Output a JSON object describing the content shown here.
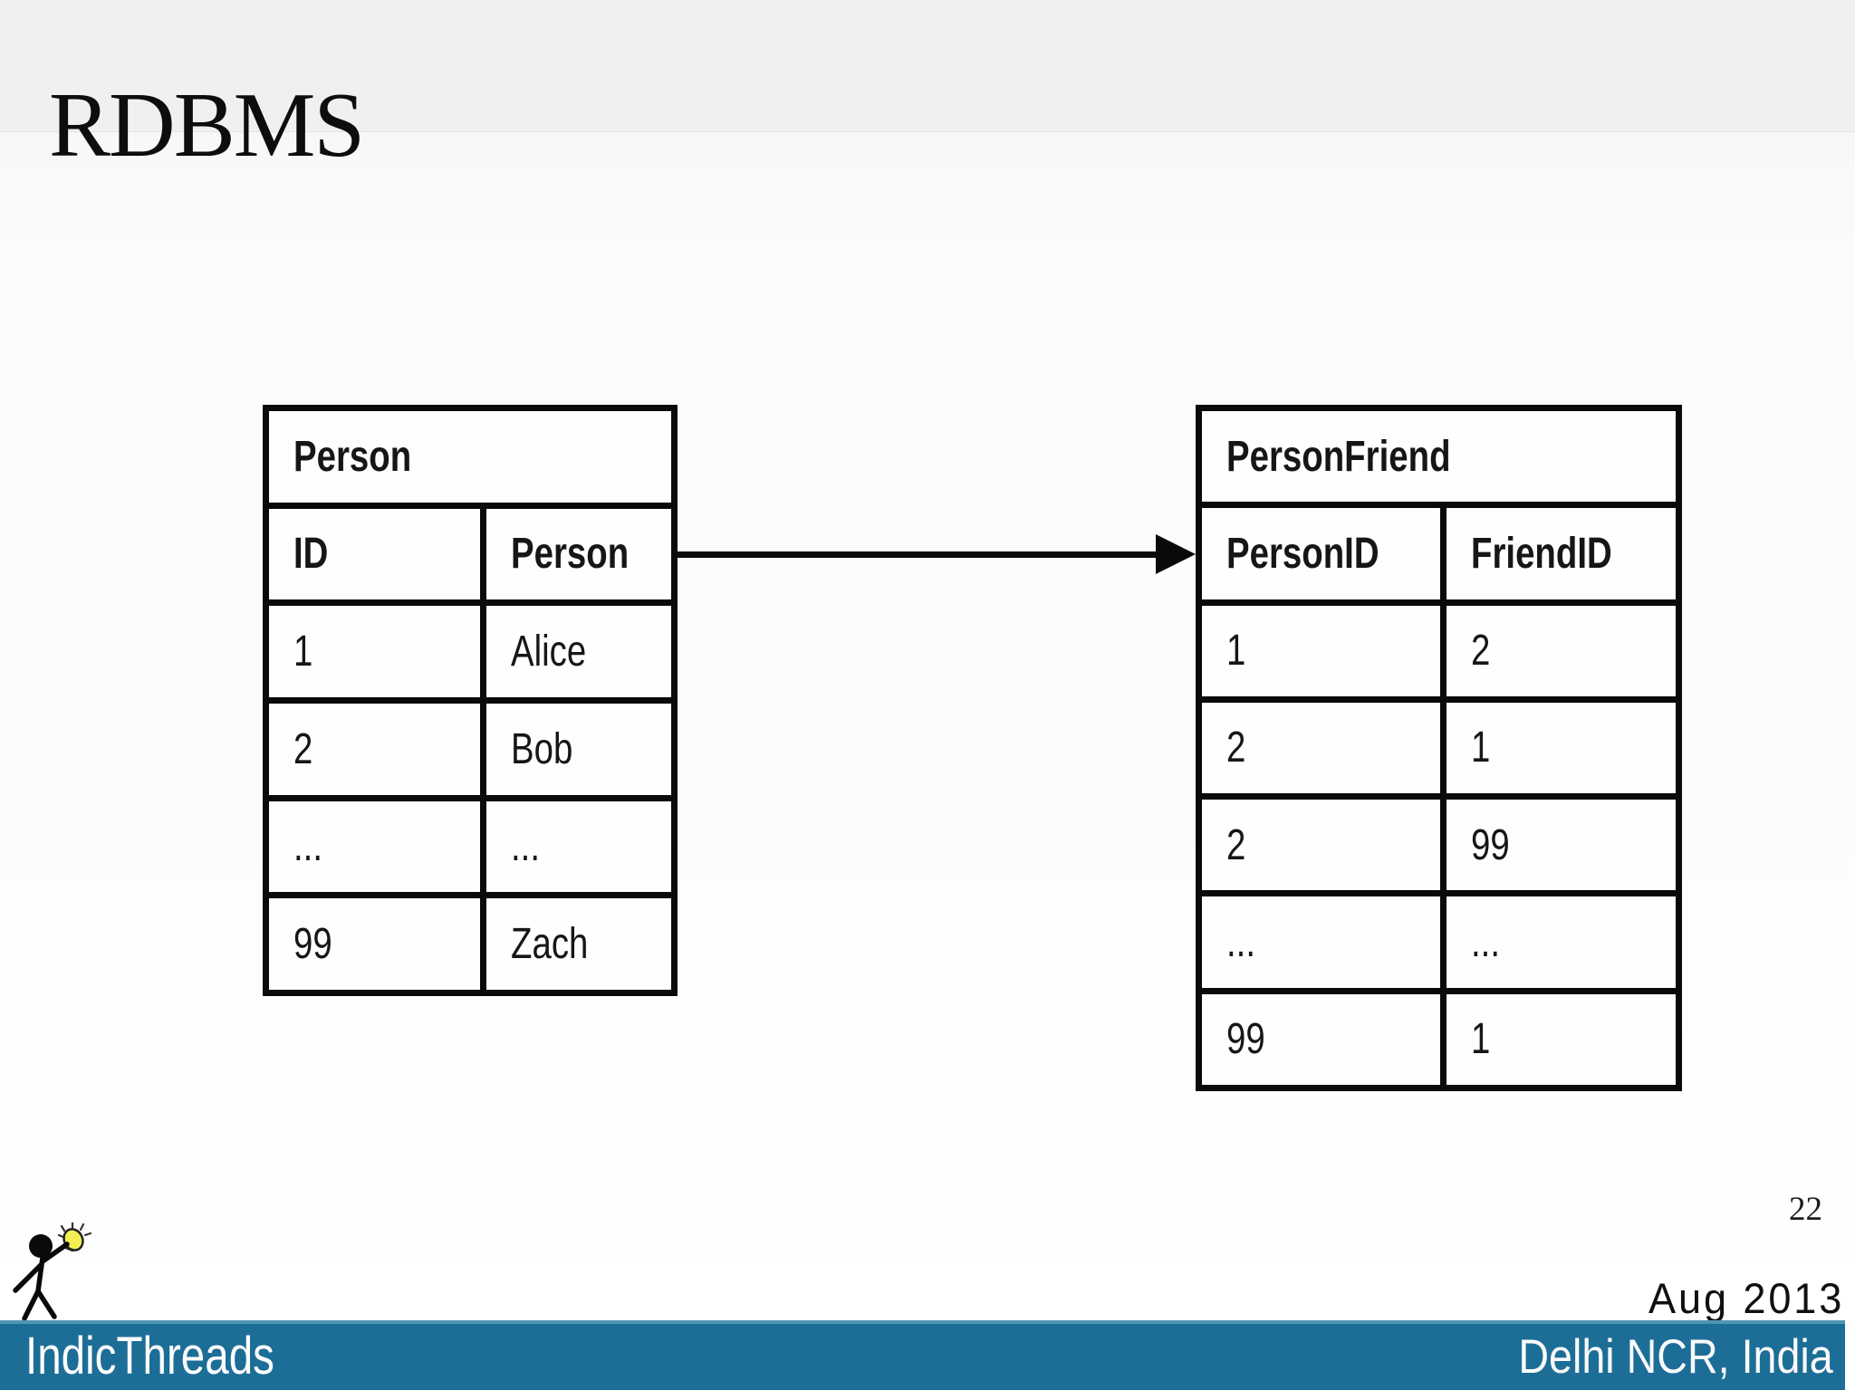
{
  "slide": {
    "title": "RDBMS",
    "page_number": "22",
    "diagram": {
      "person_table": {
        "title": "Person",
        "columns": [
          "ID",
          "Person"
        ],
        "rows": [
          [
            "1",
            "Alice"
          ],
          [
            "2",
            "Bob"
          ],
          [
            "...",
            "..."
          ],
          [
            "99",
            "Zach"
          ]
        ]
      },
      "personfriend_table": {
        "title": "PersonFriend",
        "columns": [
          "PersonID",
          "FriendID"
        ],
        "rows": [
          [
            "1",
            "2"
          ],
          [
            "2",
            "1"
          ],
          [
            "2",
            "99"
          ],
          [
            "...",
            "..."
          ],
          [
            "99",
            "1"
          ]
        ]
      },
      "arrow": {
        "icon": "right-arrow",
        "from": "Person",
        "to": "PersonFriend"
      }
    },
    "footer": {
      "brand": "IndicThreads",
      "date": "Aug 2013",
      "location": "Delhi NCR, India",
      "logo_icon": "stick-figure-with-lightbulb"
    },
    "colors": {
      "footer_bar": "#1d6e97",
      "title_band": "#f0f0ef",
      "bulb_yellow": "#f3ef52",
      "table_border": "#0a0a0a"
    }
  }
}
